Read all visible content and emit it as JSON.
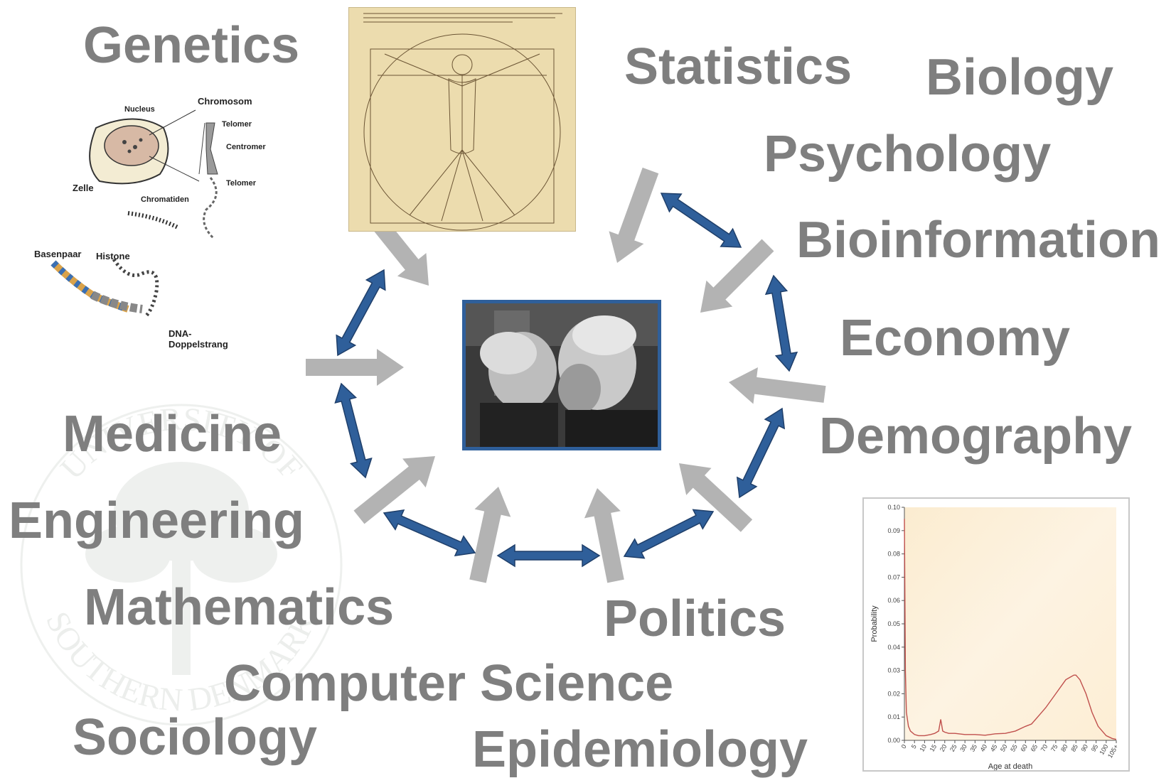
{
  "disciplines": {
    "genetics": "Genetics",
    "statistics": "Statistics",
    "biology": "Biology",
    "psychology": "Psychology",
    "bioinformation": "Bioinformation",
    "economy": "Economy",
    "demography": "Demography",
    "medicine": "Medicine",
    "engineering": "Engineering",
    "mathematics": "Mathematics",
    "politics": "Politics",
    "computer_science": "Computer Science",
    "sociology": "Sociology",
    "epidemiology": "Epidemiology"
  },
  "cell_diagram": {
    "labels": {
      "nucleus": "Nucleus",
      "chromosom": "Chromosom",
      "telomer_top": "Telomer",
      "centromer": "Centromer",
      "telomer_bottom": "Telomer",
      "zelle": "Zelle",
      "chromatiden": "Chromatiden",
      "basenpaar": "Basenpaar",
      "histone": "Histone",
      "dna_line1": "DNA-",
      "dna_line2": "Doppelstrang"
    }
  },
  "watermark": {
    "text": "UNIVERSITY OF SOUTHERN DENMARK"
  },
  "colors": {
    "text_gray": "#7f7f7f",
    "arrow_gray": "#b3b3b3",
    "arrow_blue": "#2f5f9a",
    "curve": "#c0504d"
  },
  "chart_data": {
    "type": "line",
    "xlabel": "Age at death",
    "ylabel": "Probability",
    "x_ticks": [
      "0",
      "5",
      "10",
      "15",
      "20",
      "25",
      "30",
      "35",
      "40",
      "45",
      "50",
      "55",
      "60",
      "65",
      "70",
      "75",
      "80",
      "85",
      "90",
      "95",
      "100",
      "105+"
    ],
    "y_ticks": [
      "0.00",
      "0.01",
      "0.02",
      "0.03",
      "0.04",
      "0.05",
      "0.06",
      "0.07",
      "0.08",
      "0.09",
      "0.10"
    ],
    "ylim": [
      0,
      0.1
    ],
    "xlim": [
      0,
      105
    ],
    "series": [
      {
        "x": [
          0,
          0.5,
          1,
          2,
          3,
          5,
          7,
          10,
          13,
          15,
          17,
          18,
          19,
          20,
          22,
          25,
          30,
          35,
          40,
          45,
          50,
          55,
          60,
          63,
          65,
          67,
          70,
          75,
          80,
          82,
          84,
          85,
          87,
          90,
          93,
          96,
          100,
          103,
          105
        ],
        "y": [
          0.095,
          0.03,
          0.012,
          0.006,
          0.004,
          0.0025,
          0.002,
          0.002,
          0.0025,
          0.003,
          0.004,
          0.009,
          0.004,
          0.0035,
          0.003,
          0.003,
          0.0025,
          0.0025,
          0.0022,
          0.0028,
          0.003,
          0.004,
          0.006,
          0.007,
          0.009,
          0.011,
          0.014,
          0.02,
          0.026,
          0.027,
          0.028,
          0.028,
          0.026,
          0.02,
          0.012,
          0.006,
          0.002,
          0.0008,
          0.0004
        ]
      }
    ]
  }
}
